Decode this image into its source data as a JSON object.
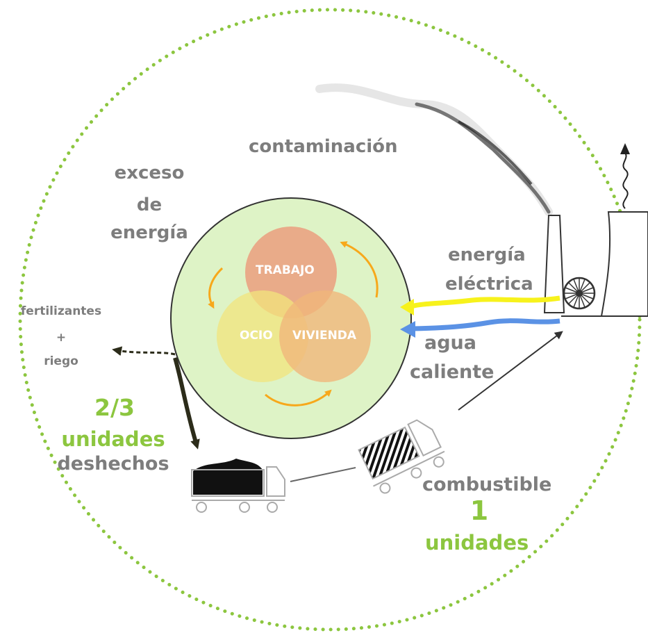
{
  "labels": {
    "contaminacion": "contaminación",
    "exceso": "exceso",
    "de": "de",
    "energia": "energía",
    "energia2": "energía",
    "electrica": "eléctrica",
    "agua": "agua",
    "caliente": "caliente",
    "fertilizantes": "fertilizantes",
    "plus": "+",
    "riego": "riego",
    "fraction": "2/3",
    "unidades_left": "unidades",
    "deshechos": "deshechos",
    "combustible": "combustible",
    "one": "1",
    "unidades_right": "unidades"
  },
  "venn": {
    "trabajo": "TRABAJO",
    "ocio": "OCIO",
    "vivienda": "VIVIENDA"
  },
  "colors": {
    "ring": "#8cc63f",
    "text_gray": "#7d7d7d",
    "text_green": "#8cc63f",
    "city_fill": "#def3c6",
    "trabajo": "#eb9e7e",
    "ocio": "#f2e47c",
    "vivienda": "#f0b67a",
    "cycle_arrow": "#f7a81b",
    "electric_flow": "#f7f21c",
    "water_flow": "#5b92e5"
  }
}
